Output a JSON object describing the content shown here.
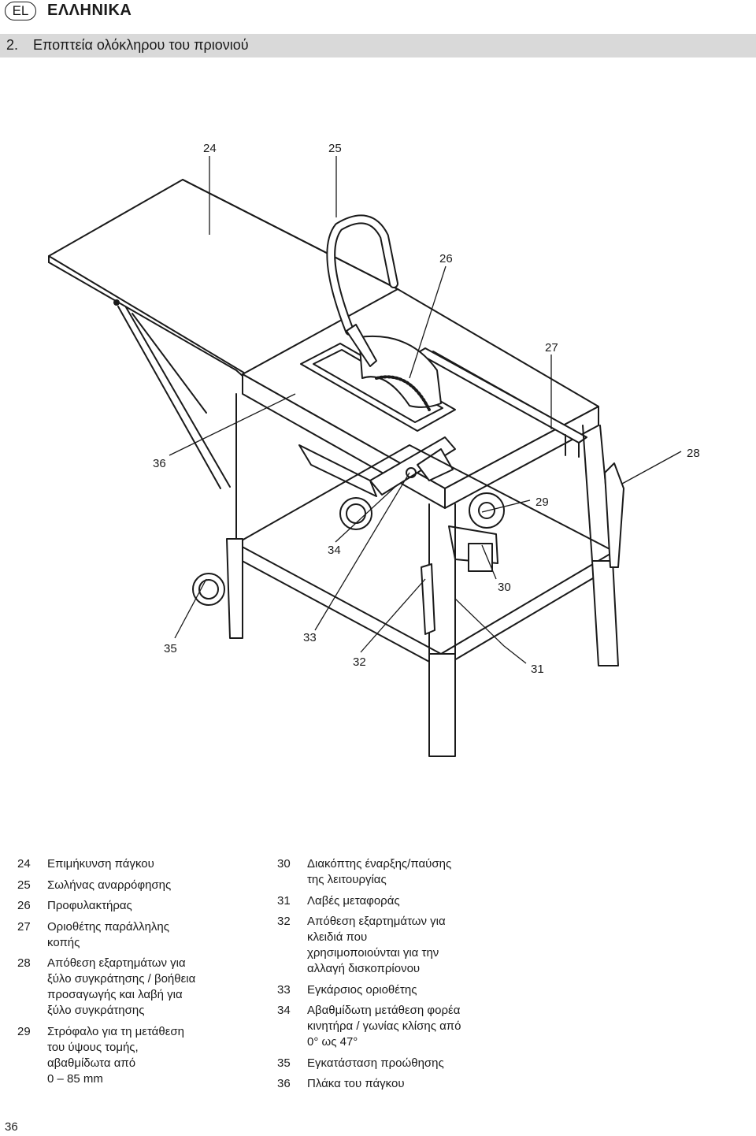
{
  "header": {
    "lang_code": "EL",
    "lang_name": "ΕΛΛΗΝΙΚΑ"
  },
  "section": {
    "number": "2.",
    "title": "Εποπτεία ολόκληρου του πριονιού"
  },
  "figure": {
    "callouts": {
      "c24": "24",
      "c25": "25",
      "c26": "26",
      "c27": "27",
      "c28": "28",
      "c29": "29",
      "c30": "30",
      "c31": "31",
      "c32": "32",
      "c33": "33",
      "c34": "34",
      "c35": "35",
      "c36": "36"
    }
  },
  "legend": {
    "left": [
      {
        "num": "24",
        "text": "Επιμήκυνση πάγκου"
      },
      {
        "num": "25",
        "text": "Σωλήνας αναρρόφησης"
      },
      {
        "num": "26",
        "text": "Προφυλακτήρας"
      },
      {
        "num": "27",
        "text": "Οριοθέτης παράλληλης\nκοπής"
      },
      {
        "num": "28",
        "text": "Απόθεση εξαρτημάτων για\nξύλο συγκράτησης / βοήθεια\nπροσαγωγής και λαβή για\nξύλο συγκράτησης"
      },
      {
        "num": "29",
        "text": "Στρόφαλο για τη μετάθεση\nτου ύψους τομής,\nαβαθμίδωτα από\n0 – 85 mm"
      }
    ],
    "right": [
      {
        "num": "30",
        "text": "Διακόπτης έναρξης/παύσης\nτης λειτουργίας"
      },
      {
        "num": "31",
        "text": "Λαβές μεταφοράς"
      },
      {
        "num": "32",
        "text": "Απόθεση εξαρτημάτων για\nκλειδιά που\nχρησιμοποιούνται για την\nαλλαγή δισκοπρίονου"
      },
      {
        "num": "33",
        "text": "Εγκάρσιος οριοθέτης"
      },
      {
        "num": "34",
        "text": "Αβαθμίδωτη μετάθεση φορέα\nκινητήρα / γωνίας κλίσης από\n0° ως 47°"
      },
      {
        "num": "35",
        "text": "Εγκατάσταση προώθησης"
      },
      {
        "num": "36",
        "text": "Πλάκα του πάγκου"
      }
    ]
  },
  "footer": {
    "page_number": "36"
  }
}
